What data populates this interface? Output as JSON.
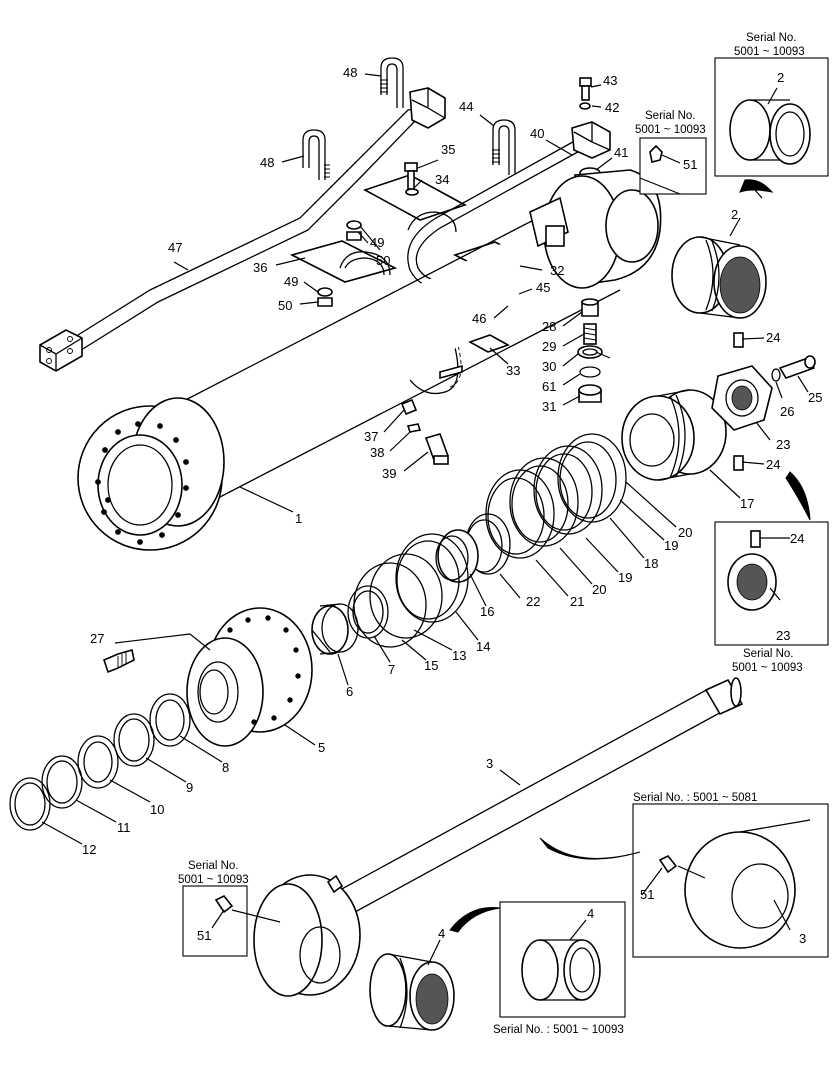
{
  "diagram": {
    "callouts": [
      {
        "id": "c1",
        "text": "1"
      },
      {
        "id": "c2a",
        "text": "2"
      },
      {
        "id": "c2b",
        "text": "2"
      },
      {
        "id": "c3a",
        "text": "3"
      },
      {
        "id": "c3b",
        "text": "3"
      },
      {
        "id": "c4a",
        "text": "4"
      },
      {
        "id": "c4b",
        "text": "4"
      },
      {
        "id": "c5",
        "text": "5"
      },
      {
        "id": "c6",
        "text": "6"
      },
      {
        "id": "c7",
        "text": "7"
      },
      {
        "id": "c8",
        "text": "8"
      },
      {
        "id": "c9",
        "text": "9"
      },
      {
        "id": "c10",
        "text": "10"
      },
      {
        "id": "c11",
        "text": "11"
      },
      {
        "id": "c12",
        "text": "12"
      },
      {
        "id": "c13",
        "text": "13"
      },
      {
        "id": "c14",
        "text": "14"
      },
      {
        "id": "c15",
        "text": "15"
      },
      {
        "id": "c16",
        "text": "16"
      },
      {
        "id": "c17",
        "text": "17"
      },
      {
        "id": "c18",
        "text": "18"
      },
      {
        "id": "c19a",
        "text": "19"
      },
      {
        "id": "c19b",
        "text": "19"
      },
      {
        "id": "c20a",
        "text": "20"
      },
      {
        "id": "c20b",
        "text": "20"
      },
      {
        "id": "c21",
        "text": "21"
      },
      {
        "id": "c22",
        "text": "22"
      },
      {
        "id": "c23a",
        "text": "23"
      },
      {
        "id": "c23b",
        "text": "23"
      },
      {
        "id": "c24a",
        "text": "24"
      },
      {
        "id": "c24b",
        "text": "24"
      },
      {
        "id": "c24c",
        "text": "24"
      },
      {
        "id": "c25",
        "text": "25"
      },
      {
        "id": "c26",
        "text": "26"
      },
      {
        "id": "c27",
        "text": "27"
      },
      {
        "id": "c28",
        "text": "28"
      },
      {
        "id": "c29",
        "text": "29"
      },
      {
        "id": "c30",
        "text": "30"
      },
      {
        "id": "c31",
        "text": "31"
      },
      {
        "id": "c32",
        "text": "32"
      },
      {
        "id": "c33",
        "text": "33"
      },
      {
        "id": "c34",
        "text": "34"
      },
      {
        "id": "c35",
        "text": "35"
      },
      {
        "id": "c36",
        "text": "36"
      },
      {
        "id": "c37",
        "text": "37"
      },
      {
        "id": "c38",
        "text": "38"
      },
      {
        "id": "c39",
        "text": "39"
      },
      {
        "id": "c40",
        "text": "40"
      },
      {
        "id": "c41",
        "text": "41"
      },
      {
        "id": "c42",
        "text": "42"
      },
      {
        "id": "c43",
        "text": "43"
      },
      {
        "id": "c44",
        "text": "44"
      },
      {
        "id": "c45",
        "text": "45"
      },
      {
        "id": "c46",
        "text": "46"
      },
      {
        "id": "c47",
        "text": "47"
      },
      {
        "id": "c48a",
        "text": "48"
      },
      {
        "id": "c48b",
        "text": "48"
      },
      {
        "id": "c49a",
        "text": "49"
      },
      {
        "id": "c49b",
        "text": "49"
      },
      {
        "id": "c50a",
        "text": "50"
      },
      {
        "id": "c50b",
        "text": "50"
      },
      {
        "id": "c51a",
        "text": "51"
      },
      {
        "id": "c51b",
        "text": "51"
      },
      {
        "id": "c51c",
        "text": "51"
      },
      {
        "id": "c61",
        "text": "61"
      }
    ],
    "serial_labels": {
      "top_right_line1": "Serial No.",
      "top_right_line2": "5001 ~ 10093",
      "grease_line1": "Serial No.",
      "grease_line2": "5001 ~ 10093",
      "nut_line1": "Serial No.",
      "nut_line2": "5001 ~ 10093",
      "rod_end": "Serial No. : 5001 ~ 5081",
      "rod_grease_line1": "Serial No.",
      "rod_grease_line2": "5001 ~ 10093",
      "bushing": "Serial No. : 5001 ~ 10093"
    }
  }
}
